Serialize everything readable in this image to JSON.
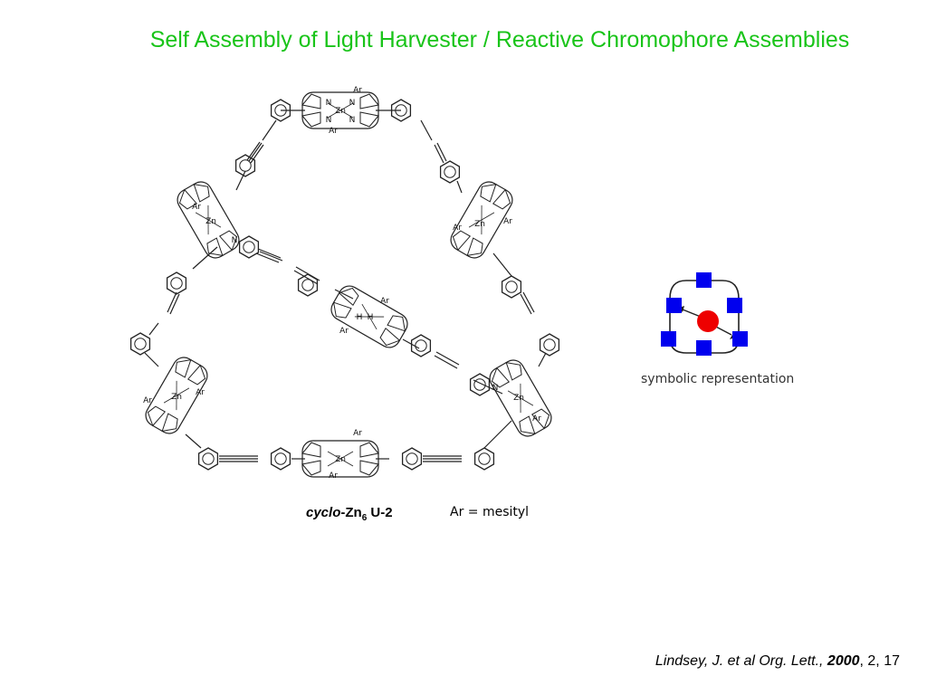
{
  "slide": {
    "title": "Self Assembly of Light Harvester / Reactive Chromophore Assemblies"
  },
  "structure": {
    "atom_label_ar": "Ar",
    "atom_label_zn": "Zn",
    "atom_label_n": "N",
    "atom_label_h": "H",
    "name_prefix": "cyclo",
    "name_mid": "-Zn",
    "name_sub": "6",
    "name_suffix": "U-2",
    "ar_definition": "Ar = mesityl"
  },
  "symbolic": {
    "label": "symbolic representation",
    "square_color": "#0000ee",
    "circle_color": "#ee0000"
  },
  "citation": {
    "authors_journal": "Lindsey, J. et al Org. Lett., ",
    "year": "2000",
    "volume_page": ", 2, 17"
  }
}
